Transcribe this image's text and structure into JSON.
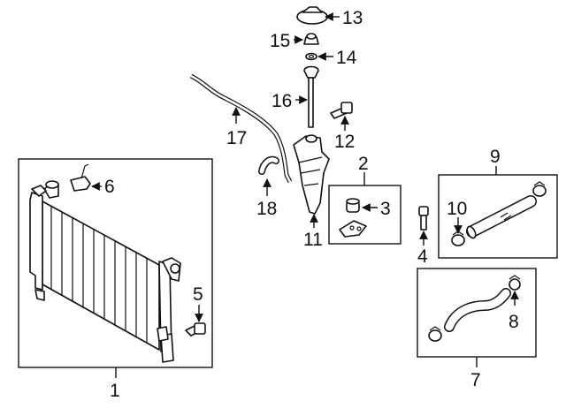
{
  "diagram": {
    "callouts": {
      "c1": "1",
      "c2": "2",
      "c3": "3",
      "c4": "4",
      "c5": "5",
      "c6": "6",
      "c7": "7",
      "c8": "8",
      "c9": "9",
      "c10": "10",
      "c11": "11",
      "c12": "12",
      "c13": "13",
      "c14": "14",
      "c15": "15",
      "c16": "16",
      "c17": "17",
      "c18": "18"
    }
  },
  "colors": {
    "ink": "#111111",
    "background": "#ffffff"
  }
}
